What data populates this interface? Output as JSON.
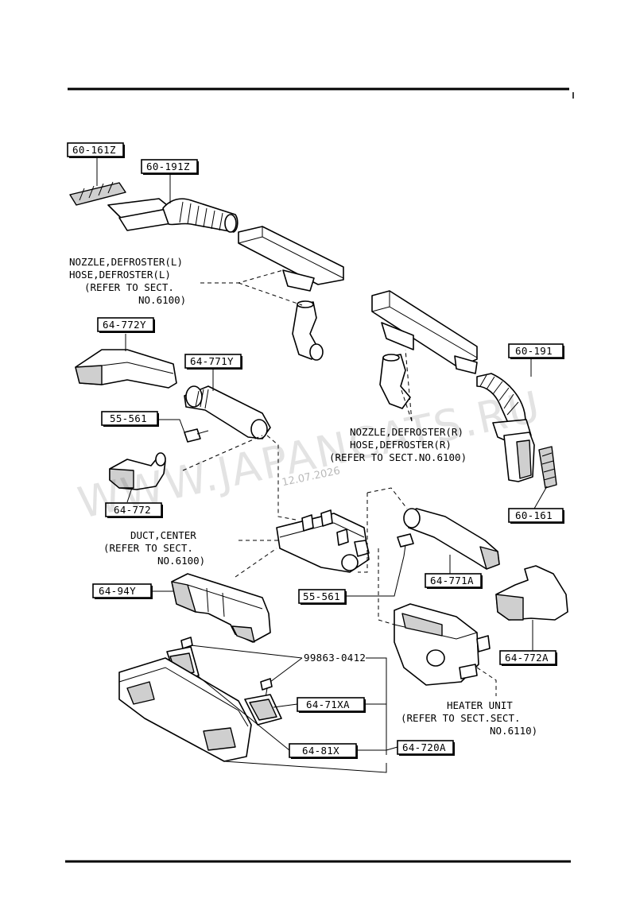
{
  "parts": [
    {
      "id": "p1",
      "number": "60-161Z"
    },
    {
      "id": "p2",
      "number": "60-191Z"
    },
    {
      "id": "p3",
      "number": "64-772Y"
    },
    {
      "id": "p4",
      "number": "64-771Y"
    },
    {
      "id": "p5",
      "number": "55-561"
    },
    {
      "id": "p6",
      "number": "64-772"
    },
    {
      "id": "p7",
      "number": "60-191"
    },
    {
      "id": "p8",
      "number": "60-161"
    },
    {
      "id": "p9",
      "number": "64-771A"
    },
    {
      "id": "p10",
      "number": "55-561"
    },
    {
      "id": "p11",
      "number": "64-94Y"
    },
    {
      "id": "p12",
      "number": "64-772A"
    },
    {
      "id": "p13",
      "number": "64-71XA"
    },
    {
      "id": "p14",
      "number": "64-81X"
    },
    {
      "id": "p15",
      "number": "64-720A"
    }
  ],
  "plain_part_number": "99863-0412",
  "notes": {
    "defroster_left": [
      "NOZZLE,DEFROSTER(L)",
      "HOSE,DEFROSTER(L)",
      "(REFER TO SECT.",
      "NO.6100)"
    ],
    "defroster_right": [
      "NOZZLE,DEFROSTER(R)",
      "HOSE,DEFROSTER(R)",
      "(REFER TO SECT.NO.6100)"
    ],
    "duct_center": [
      "DUCT,CENTER",
      "(REFER TO SECT.",
      "NO.6100)"
    ],
    "heater_unit": [
      "HEATER UNIT",
      "(REFER TO SECT.SECT.",
      "NO.6110)"
    ]
  },
  "watermark": "WWW.JAPANCATS.RU",
  "date_stamp": "12.07.2026"
}
